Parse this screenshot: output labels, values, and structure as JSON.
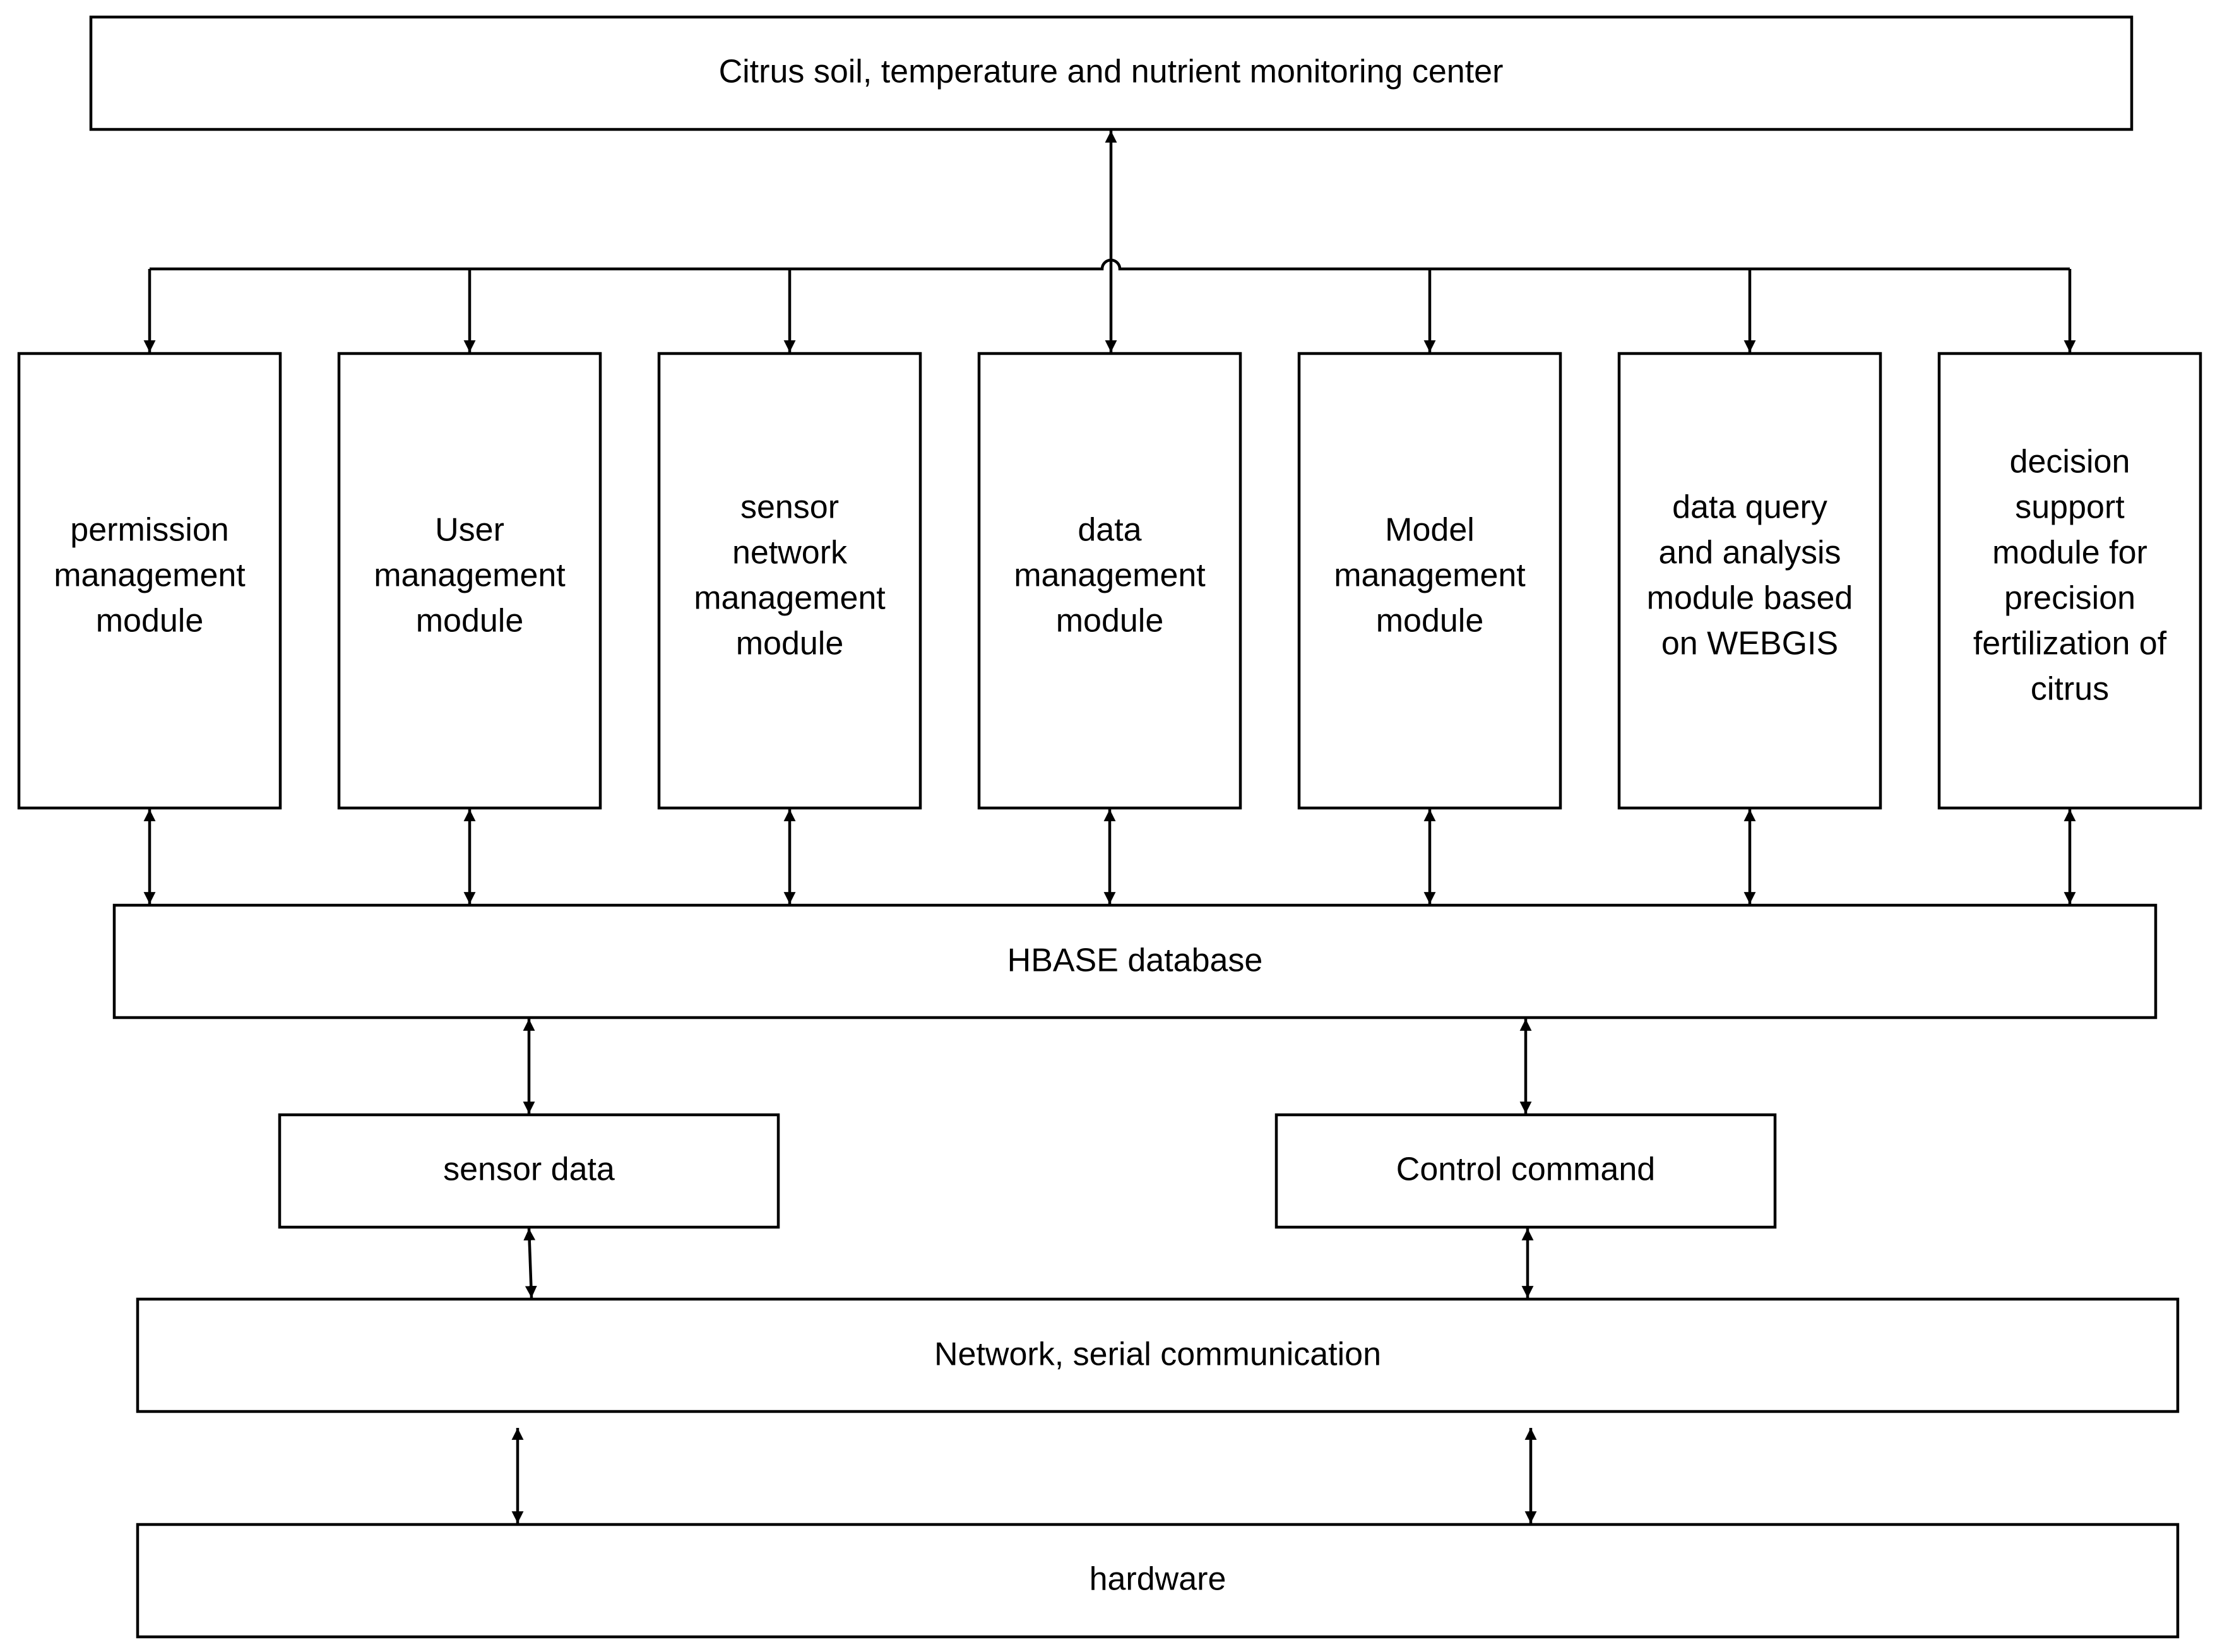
{
  "colors": {
    "stroke": "#000000",
    "fill": "#ffffff",
    "text": "#000000"
  },
  "center": {
    "label": "Citrus soil, temperature and nutrient monitoring center"
  },
  "modules": [
    {
      "id": "permission",
      "lines": [
        "permission",
        "management",
        "module"
      ]
    },
    {
      "id": "user",
      "lines": [
        "User",
        "management",
        "module"
      ]
    },
    {
      "id": "sensor-network",
      "lines": [
        "sensor",
        "network",
        "management",
        "module"
      ]
    },
    {
      "id": "data",
      "lines": [
        "data",
        "management",
        "module"
      ]
    },
    {
      "id": "model",
      "lines": [
        "Model",
        "management",
        "module"
      ]
    },
    {
      "id": "data-query",
      "lines": [
        "data query",
        "and analysis",
        "module based",
        "on WEBGIS"
      ]
    },
    {
      "id": "decision-support",
      "lines": [
        "decision",
        "support",
        "module for",
        "precision",
        "fertilization of",
        "citrus"
      ]
    }
  ],
  "database": {
    "label": "HBASE database"
  },
  "sensor_data": {
    "label": "sensor data"
  },
  "control_command": {
    "label": "Control command"
  },
  "network": {
    "label": "Network, serial communication"
  },
  "hardware": {
    "label": "hardware"
  }
}
